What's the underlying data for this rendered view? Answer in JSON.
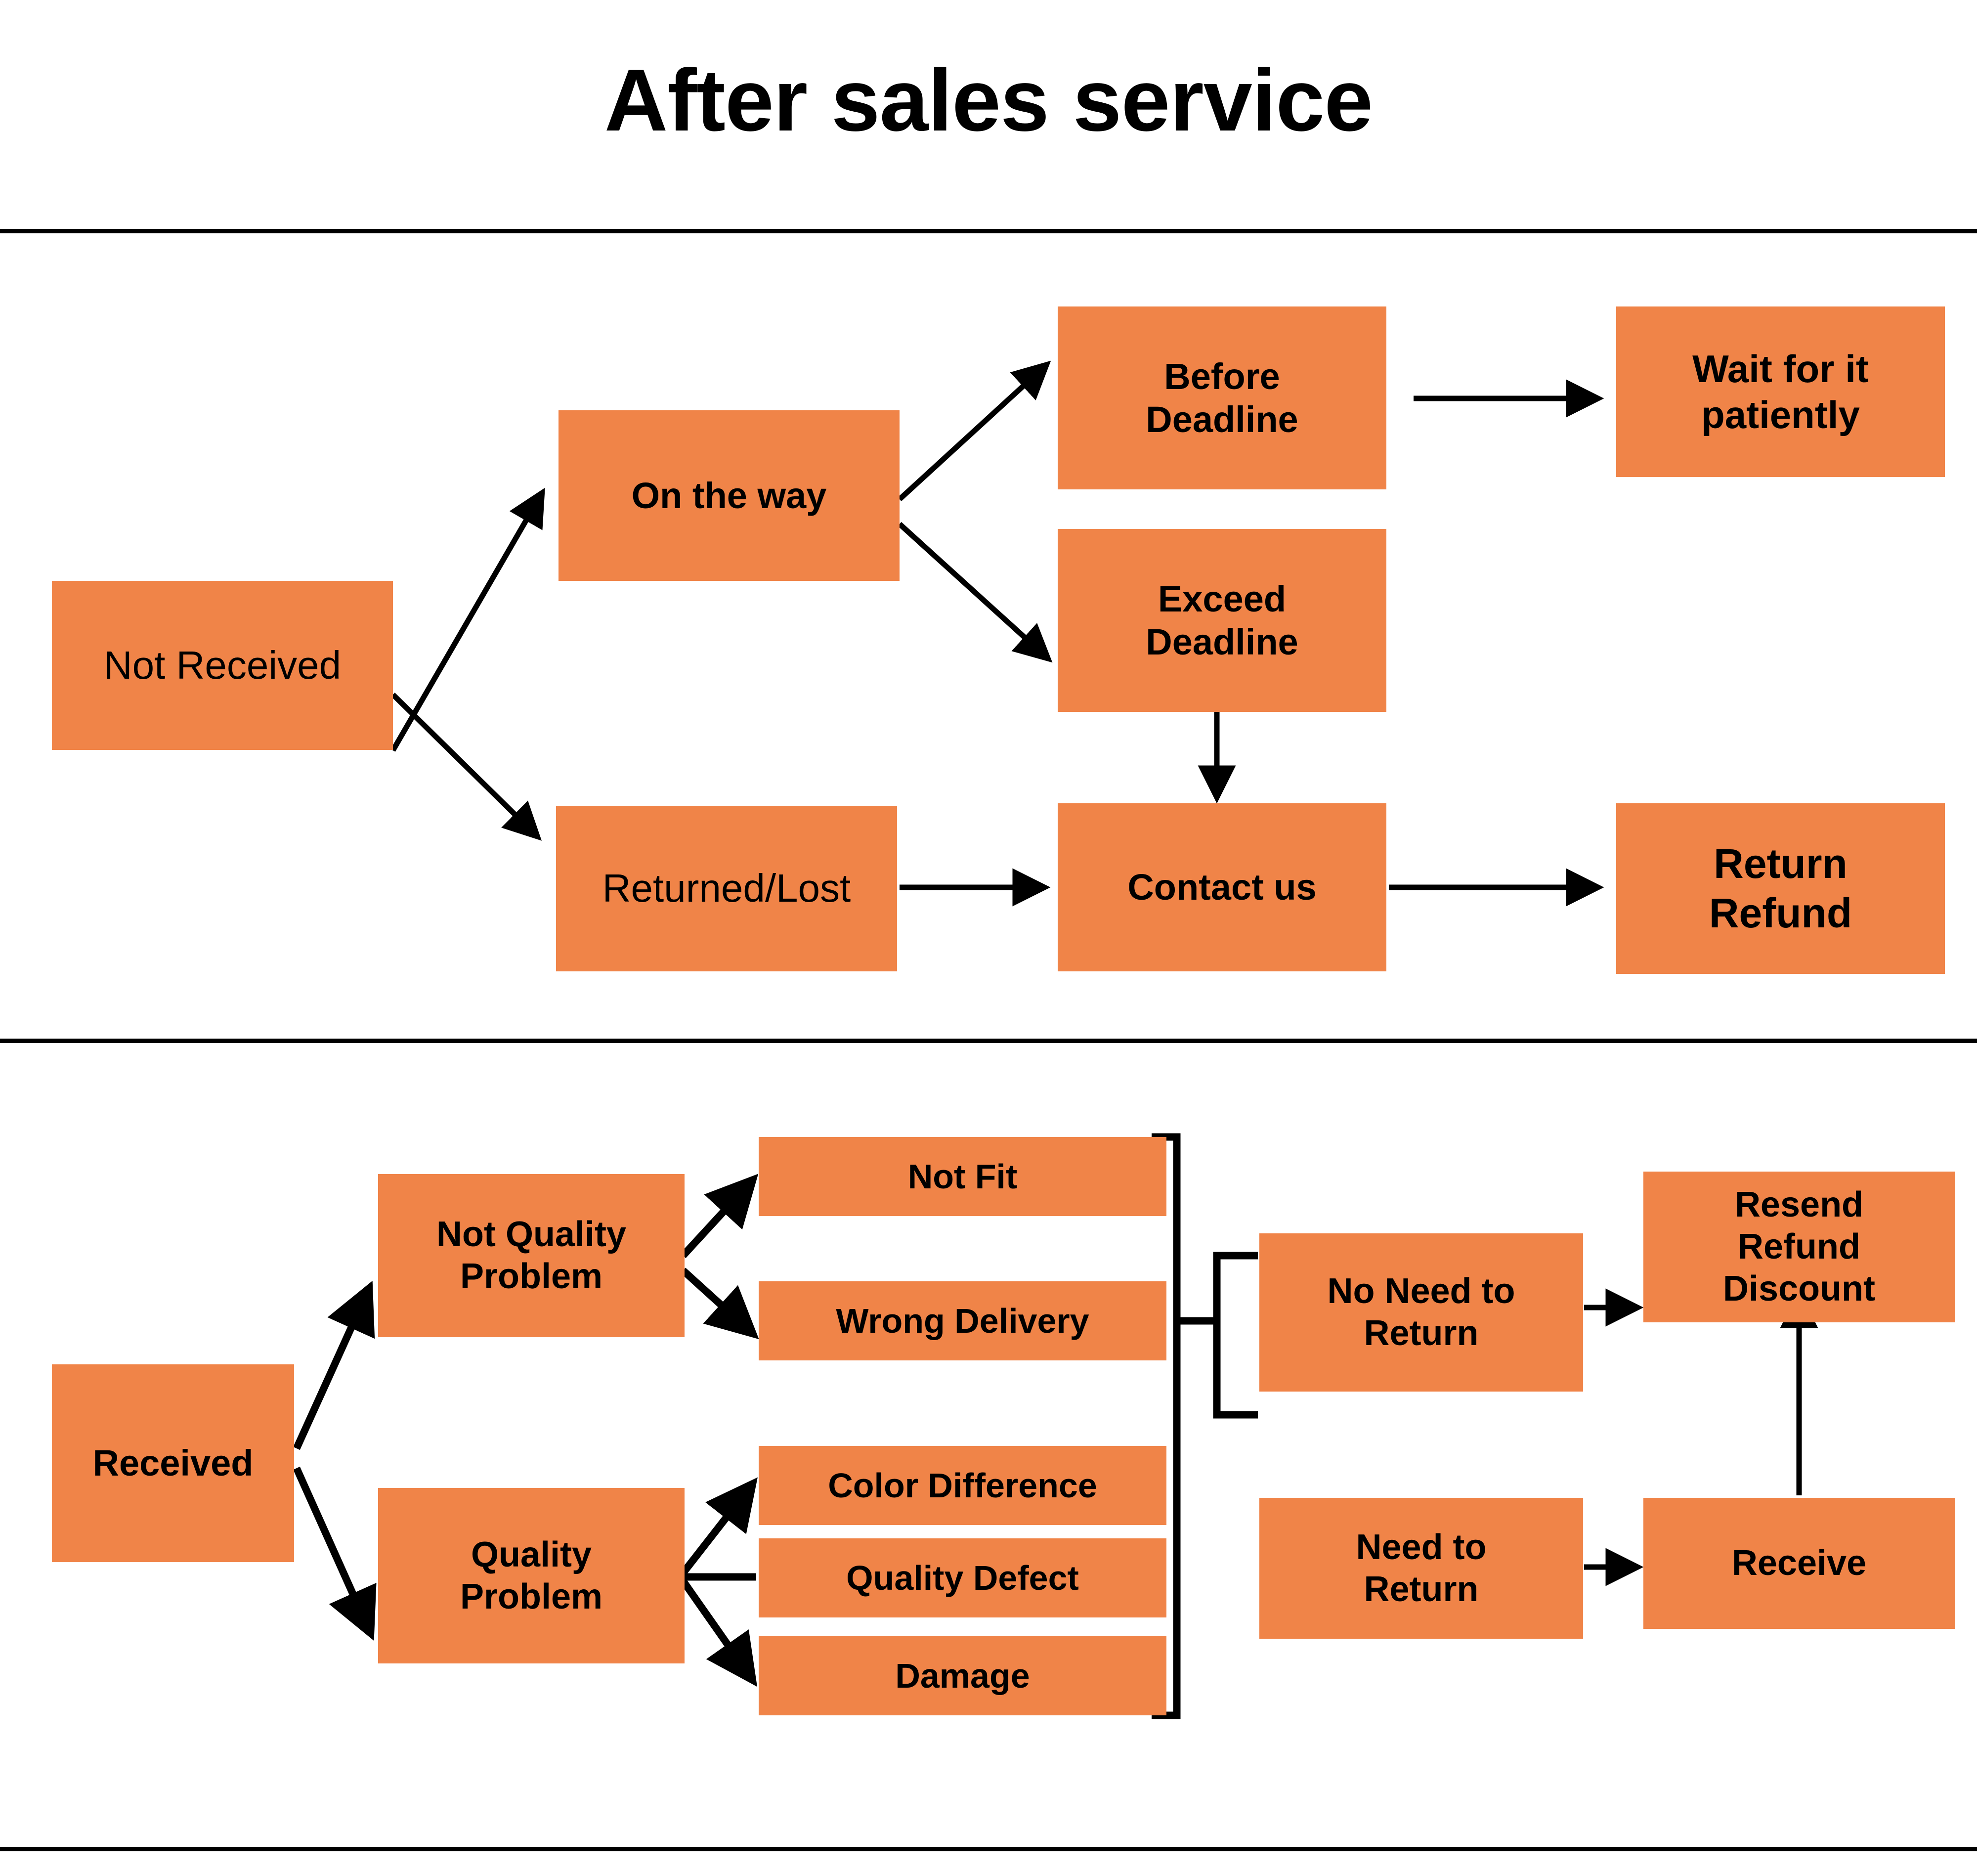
{
  "page": {
    "title": "After sales service",
    "accent_color": "#f08448",
    "line_color": "#000000",
    "background": "#ffffff"
  },
  "sections": [
    {
      "id": "not-received",
      "nodes": {
        "not_received": "Not Received",
        "on_the_way": "On the way",
        "returned_lost": "Returned/Lost",
        "before_deadline": "Before\nDeadline",
        "exceed_deadline": "Exceed\nDeadline",
        "contact_us": "Contact us",
        "wait_patiently": "Wait for it\npatiently",
        "return_refund": "Return\nRefund"
      },
      "edges": [
        {
          "from": "Not Received",
          "to": "On the way",
          "style": "arrow-up-right"
        },
        {
          "from": "Not Received",
          "to": "Returned/Lost",
          "style": "arrow-down-right"
        },
        {
          "from": "On the way",
          "to": "Before Deadline",
          "style": "arrow-up-right"
        },
        {
          "from": "On the way",
          "to": "Exceed Deadline",
          "style": "arrow-down-right"
        },
        {
          "from": "Before Deadline",
          "to": "Wait for it patiently",
          "style": "arrow-right"
        },
        {
          "from": "Exceed Deadline",
          "to": "Contact us",
          "style": "arrow-down"
        },
        {
          "from": "Returned/Lost",
          "to": "Contact us",
          "style": "arrow-right"
        },
        {
          "from": "Contact us",
          "to": "Return Refund",
          "style": "arrow-right"
        }
      ]
    },
    {
      "id": "received",
      "nodes": {
        "received": "Received",
        "not_quality_problem": "Not Quality\nProblem",
        "quality_problem": "Quality\nProblem",
        "not_fit": "Not Fit",
        "wrong_delivery": "Wrong Delivery",
        "color_difference": "Color Difference",
        "quality_defect": "Quality Defect",
        "damage": "Damage",
        "no_need_to_return": "No Need to\nReturn",
        "need_to_return": "Need to\nReturn",
        "resend_refund_discount": "Resend\nRefund\nDiscount",
        "receive": "Receive"
      },
      "edges": [
        {
          "from": "Received",
          "to": "Not Quality Problem",
          "style": "arrow-up-right"
        },
        {
          "from": "Received",
          "to": "Quality Problem",
          "style": "arrow-down-right"
        },
        {
          "from": "Not Quality Problem",
          "to": "Not Fit",
          "style": "arrow-up-right"
        },
        {
          "from": "Not Quality Problem",
          "to": "Wrong Delivery",
          "style": "arrow-down-right"
        },
        {
          "from": "Quality Problem",
          "to": "Color Difference",
          "style": "arrow-up-right"
        },
        {
          "from": "Quality Problem",
          "to": "Quality Defect",
          "style": "line-right"
        },
        {
          "from": "Quality Problem",
          "to": "Damage",
          "style": "arrow-down-right"
        },
        {
          "from": "All issues bracket",
          "to": "No Need to Return",
          "style": "bracket"
        },
        {
          "from": "All issues bracket",
          "to": "Need to Return",
          "style": "bracket"
        },
        {
          "from": "No Need to Return",
          "to": "Resend Refund Discount",
          "style": "arrow-right"
        },
        {
          "from": "Need to Return",
          "to": "Receive",
          "style": "arrow-right"
        },
        {
          "from": "Receive",
          "to": "Resend Refund Discount",
          "style": "arrow-up"
        }
      ]
    }
  ]
}
